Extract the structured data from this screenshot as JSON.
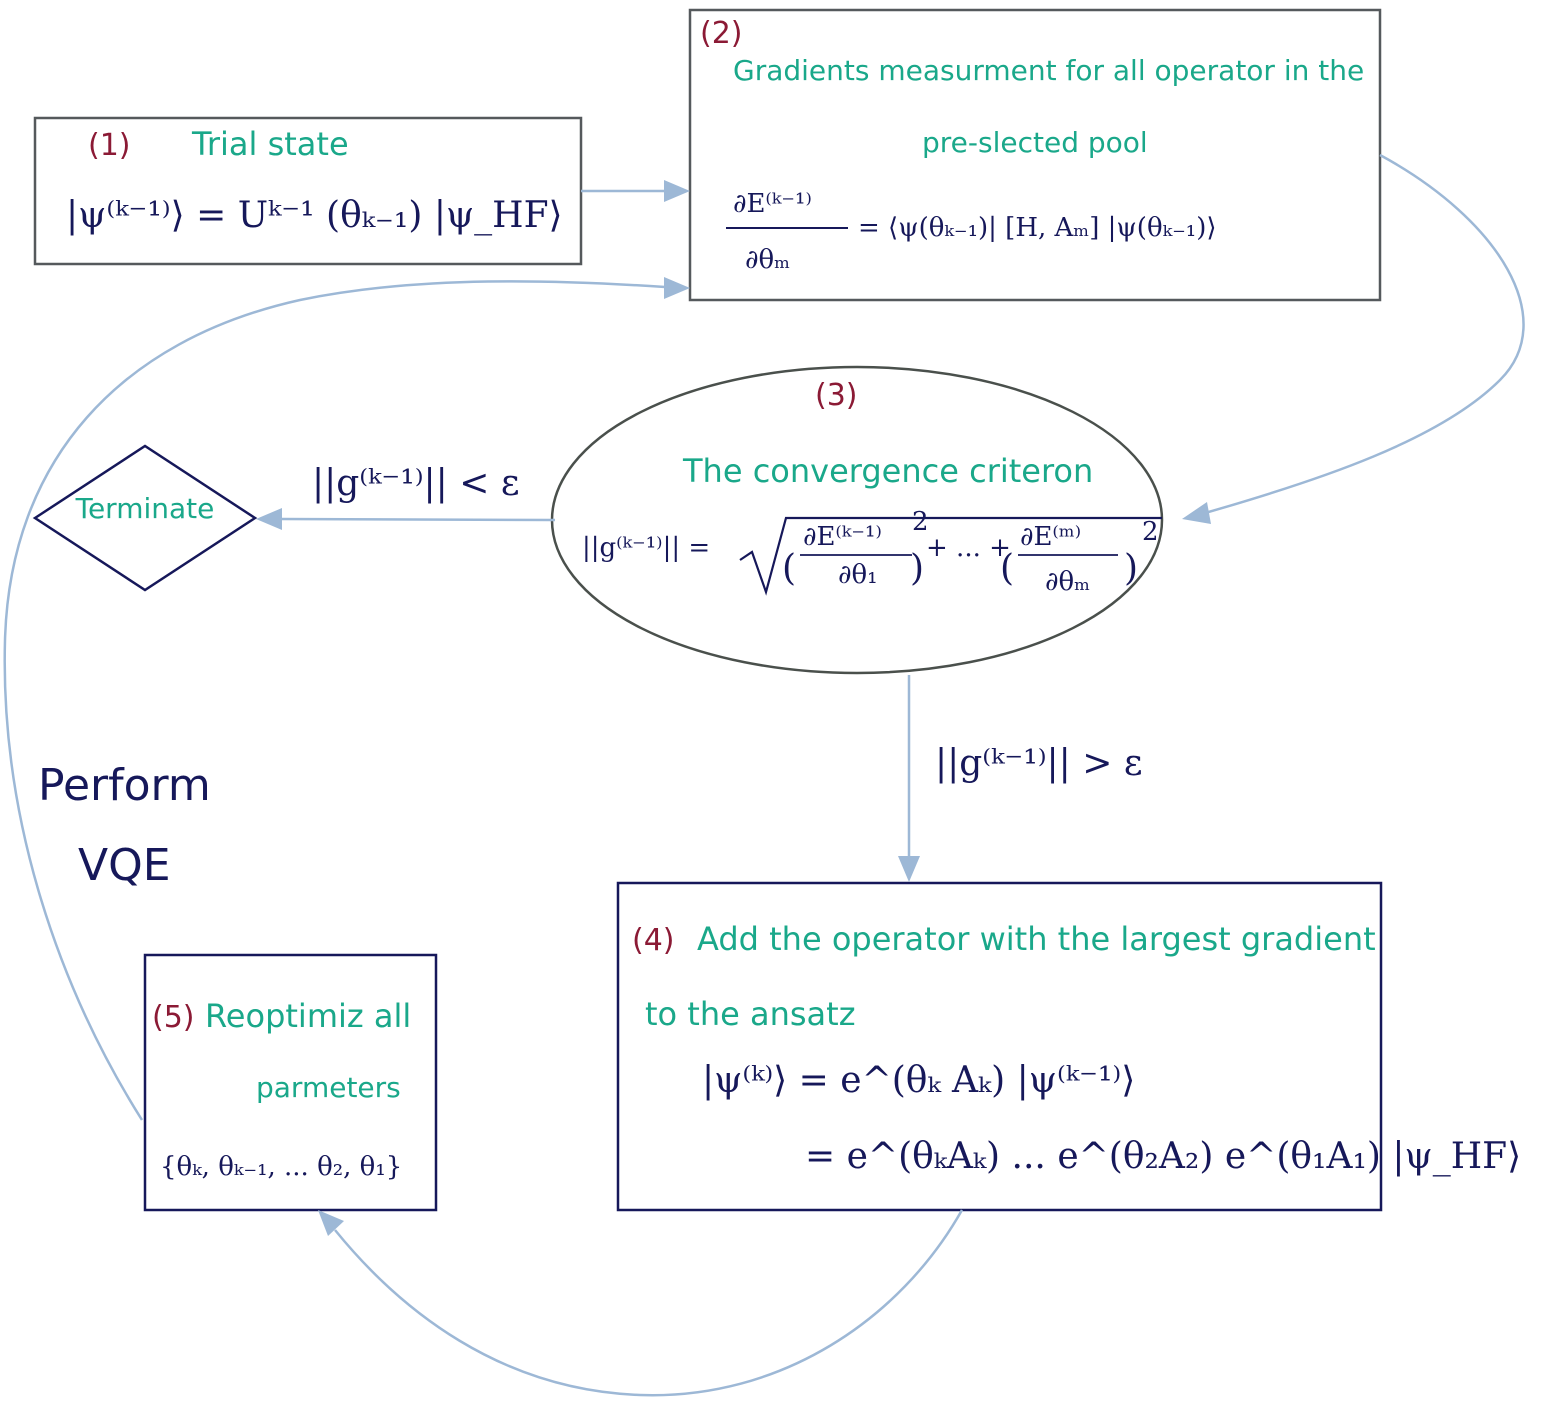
{
  "step1": {
    "number": "(1)",
    "title": "Trial state",
    "formula": "|ψ⁽ᵏ⁻¹⁾⟩ = Uᵏ⁻¹ (θₖ₋₁) |ψ_HF⟩"
  },
  "step2": {
    "number": "(2)",
    "title_line1": "Gradients measurment for all operator in the",
    "title_line2": "pre-slected pool",
    "formula_numerator": "∂E⁽ᵏ⁻¹⁾",
    "formula_denominator": "∂θₘ",
    "formula_rhs": "= ⟨ψ(θₖ₋₁)| [H, Aₘ] |ψ(θₖ₋₁)⟩"
  },
  "step3": {
    "number": "(3)",
    "title": "The convergence criteron",
    "formula_lhs": "||g⁽ᵏ⁻¹⁾|| =",
    "term1_num": "∂E⁽ᵏ⁻¹⁾",
    "term1_den": "∂θ₁",
    "middle": "+ ... +",
    "term2_num": "∂E⁽ᵐ⁾",
    "term2_den": "∂θₘ"
  },
  "terminate": {
    "label": "Terminate"
  },
  "condition_stop": "||g⁽ᵏ⁻¹⁾|| < ε",
  "condition_continue": "||g⁽ᵏ⁻¹⁾|| > ε",
  "step4": {
    "number": "(4)",
    "title_line1": "Add the operator with the largest gradient",
    "title_line2": "to the ansatz",
    "formula_line1": "|ψ⁽ᵏ⁾⟩ = e^(θₖ Aₖ) |ψ⁽ᵏ⁻¹⁾⟩",
    "formula_line2": "= e^(θₖAₖ) ... e^(θ₂A₂) e^(θ₁A₁) |ψ_HF⟩"
  },
  "step5": {
    "number": "(5)",
    "title_line1": "Reoptimiz all",
    "title_line2": "parmeters",
    "formula": "{θₖ, θₖ₋₁, ... θ₂, θ₁}"
  },
  "side_label": {
    "line1": "Perform",
    "line2": "VQE"
  },
  "colors": {
    "step_number": "#8b1a35",
    "label_text": "#1aa88a",
    "math_text": "#16185a",
    "arrow": "#9db8d6",
    "box_gray": "#55595c",
    "box_navy": "#16185a"
  }
}
